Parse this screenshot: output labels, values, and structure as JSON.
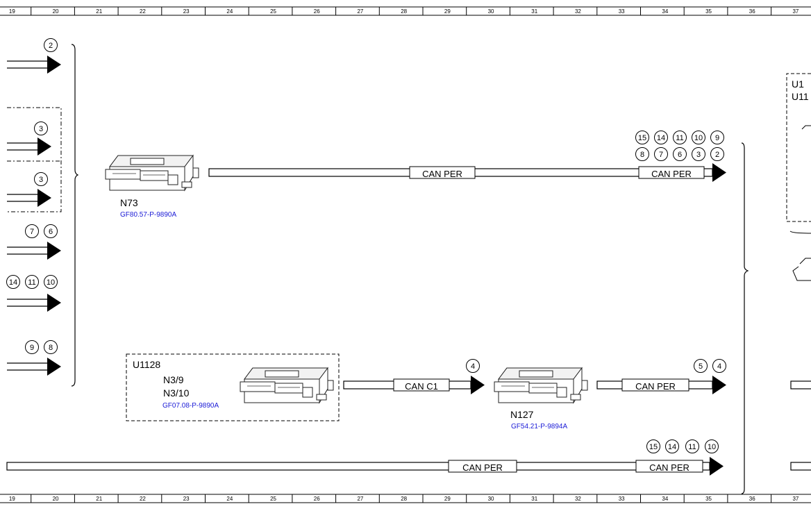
{
  "ruler": {
    "numbers": [
      "19",
      "20",
      "21",
      "22",
      "23",
      "24",
      "25",
      "26",
      "27",
      "28",
      "29",
      "30",
      "31",
      "32",
      "33",
      "34",
      "35",
      "36",
      "37"
    ]
  },
  "left_connectors": [
    {
      "badges": [
        "2"
      ]
    },
    {
      "badges": [
        "3"
      ]
    },
    {
      "badges": [
        "3"
      ]
    },
    {
      "badges": [
        "7",
        "6"
      ]
    },
    {
      "badges": [
        "14",
        "11",
        "10"
      ]
    },
    {
      "badges": [
        "9",
        "8"
      ]
    }
  ],
  "components": {
    "n73": {
      "label": "N73",
      "ref": "GF80.57-P-9890A"
    },
    "u1128": {
      "label": "U1128",
      "sub1": "N3/9",
      "sub2": "N3/10",
      "ref": "GF07.08-P-9890A"
    },
    "n127": {
      "label": "N127",
      "ref": "GF54.21-P-9894A"
    },
    "right_partial": {
      "line1": "U1",
      "line2": "U11"
    }
  },
  "buses": {
    "top": {
      "label_mid": "CAN PER",
      "label_end": "CAN PER",
      "badges_row1": [
        "15",
        "14",
        "11",
        "10",
        "9"
      ],
      "badges_row2": [
        "8",
        "7",
        "6",
        "3",
        "2"
      ]
    },
    "mid_left": {
      "label": "CAN C1",
      "badges": [
        "4"
      ]
    },
    "mid_right": {
      "label": "CAN PER",
      "badges": [
        "5",
        "4"
      ]
    },
    "bottom": {
      "label_mid": "CAN PER",
      "label_end": "CAN PER",
      "badges": [
        "15",
        "14",
        "11",
        "10"
      ]
    }
  },
  "colors": {
    "line": "#000000",
    "reference_link": "#1a1ad6"
  }
}
